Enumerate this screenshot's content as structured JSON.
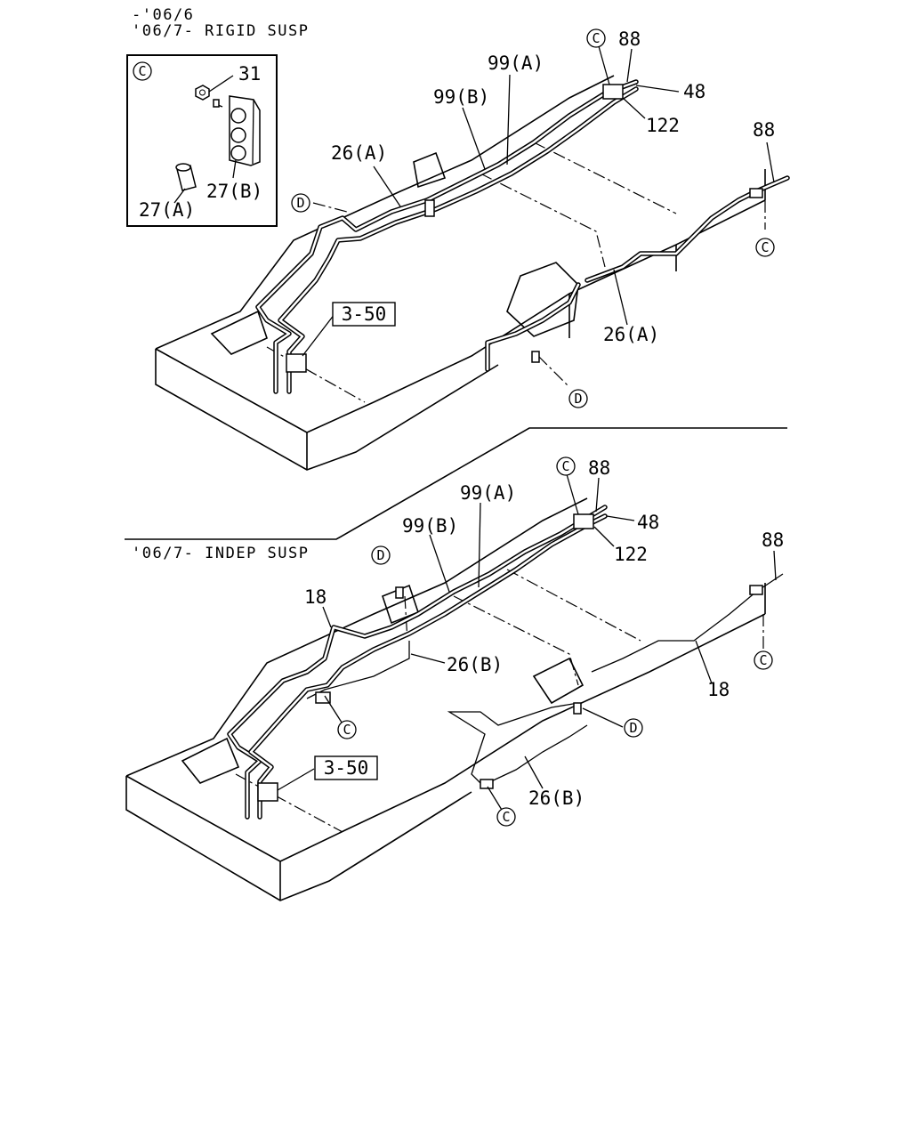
{
  "header": {
    "line1": "-'06/6",
    "line2": "'06/7- RIGID SUSP"
  },
  "lower_header": "'06/7- INDEP SUSP",
  "inset": {
    "marker": "C",
    "labels": {
      "p31": "31",
      "p27a": "27(A)",
      "p27b": "27(B)"
    }
  },
  "top": {
    "labels": {
      "c_top": "C",
      "p88a": "88",
      "p99a": "99(A)",
      "p48": "48",
      "p99b": "99(B)",
      "p122": "122",
      "p88b": "88",
      "p26a_l": "26(A)",
      "d_left": "D",
      "c_right": "C",
      "ref": "3-50",
      "p26a_r": "26(A)",
      "d_bottom": "D"
    }
  },
  "bottom": {
    "labels": {
      "c_top": "C",
      "p88a": "88",
      "p99a": "99(A)",
      "p48": "48",
      "p99b": "99(B)",
      "p122": "122",
      "d_top": "D",
      "p88b": "88",
      "p18_l": "18",
      "p26b_l": "26(B)",
      "c_right": "C",
      "c_left": "C",
      "p18_r": "18",
      "d_right": "D",
      "ref": "3-50",
      "p26b_r": "26(B)",
      "c_bottom": "C"
    }
  }
}
